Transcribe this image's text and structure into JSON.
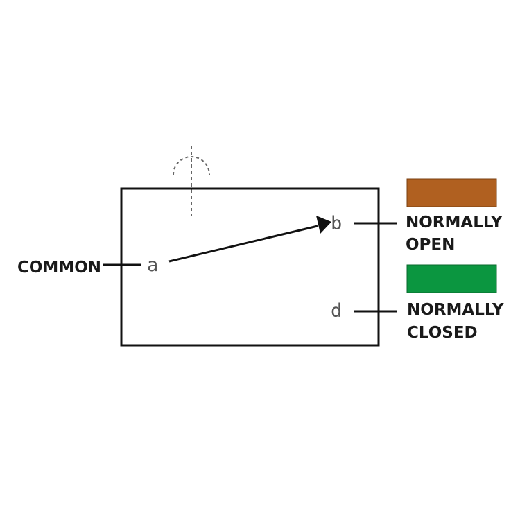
{
  "terminals": {
    "a": "a",
    "b": "b",
    "d": "d"
  },
  "labels": {
    "common": "COMMON",
    "normally_open_line1": "NORMALLY",
    "normally_open_line2": "OPEN",
    "normally_closed_line1": "NORMALLY",
    "normally_closed_line2": "CLOSED"
  },
  "colors": {
    "normally_open_swatch": "#B06020",
    "normally_closed_swatch": "#0B9640",
    "line": "#111111",
    "dashed_actuator": "#666666"
  },
  "icons": {
    "switch_arrow": "arrow-icon",
    "actuator": "actuator-icon"
  }
}
